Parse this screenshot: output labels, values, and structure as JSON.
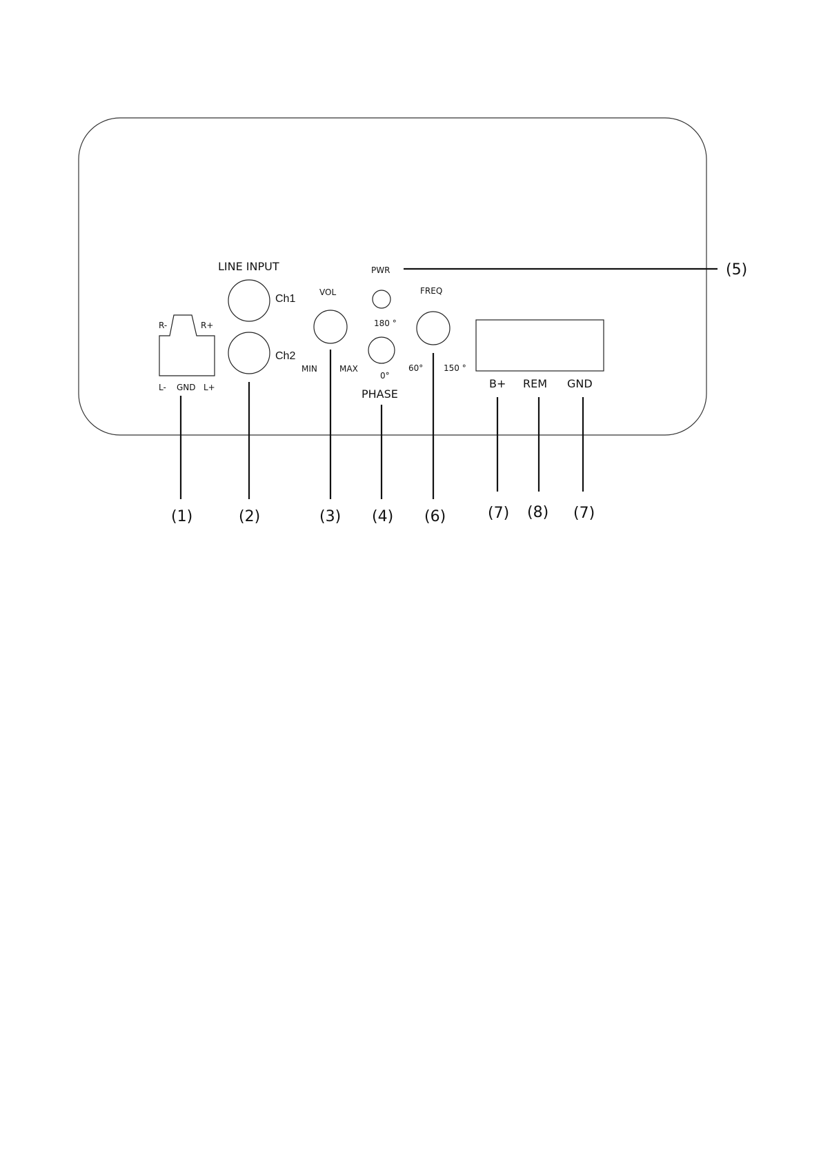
{
  "panel": {
    "line_input_label": "LINE INPUT",
    "ch1_label": "Ch1",
    "ch2_label": "Ch2",
    "speaker_terminal": {
      "r_minus": "R-",
      "r_plus": "R+",
      "l_minus": "L-",
      "gnd": "GND",
      "l_plus": "L+"
    },
    "vol": {
      "label": "VOL",
      "min": "MIN",
      "max": "MAX"
    },
    "pwr_label": "PWR",
    "phase": {
      "label": "PHASE",
      "deg_180": "180 °",
      "deg_0": "0°"
    },
    "freq": {
      "label": "FREQ",
      "min": "60°",
      "max": "150 °"
    },
    "power_terminal": {
      "b_plus": "B+",
      "rem": "REM",
      "gnd": "GND"
    }
  },
  "callouts": {
    "c1": "(1)",
    "c2": "(2)",
    "c3": "(3)",
    "c4": "(4)",
    "c5": "(5)",
    "c6": "(6)",
    "c7a": "(7)",
    "c8": "(8)",
    "c7b": "(7)"
  }
}
